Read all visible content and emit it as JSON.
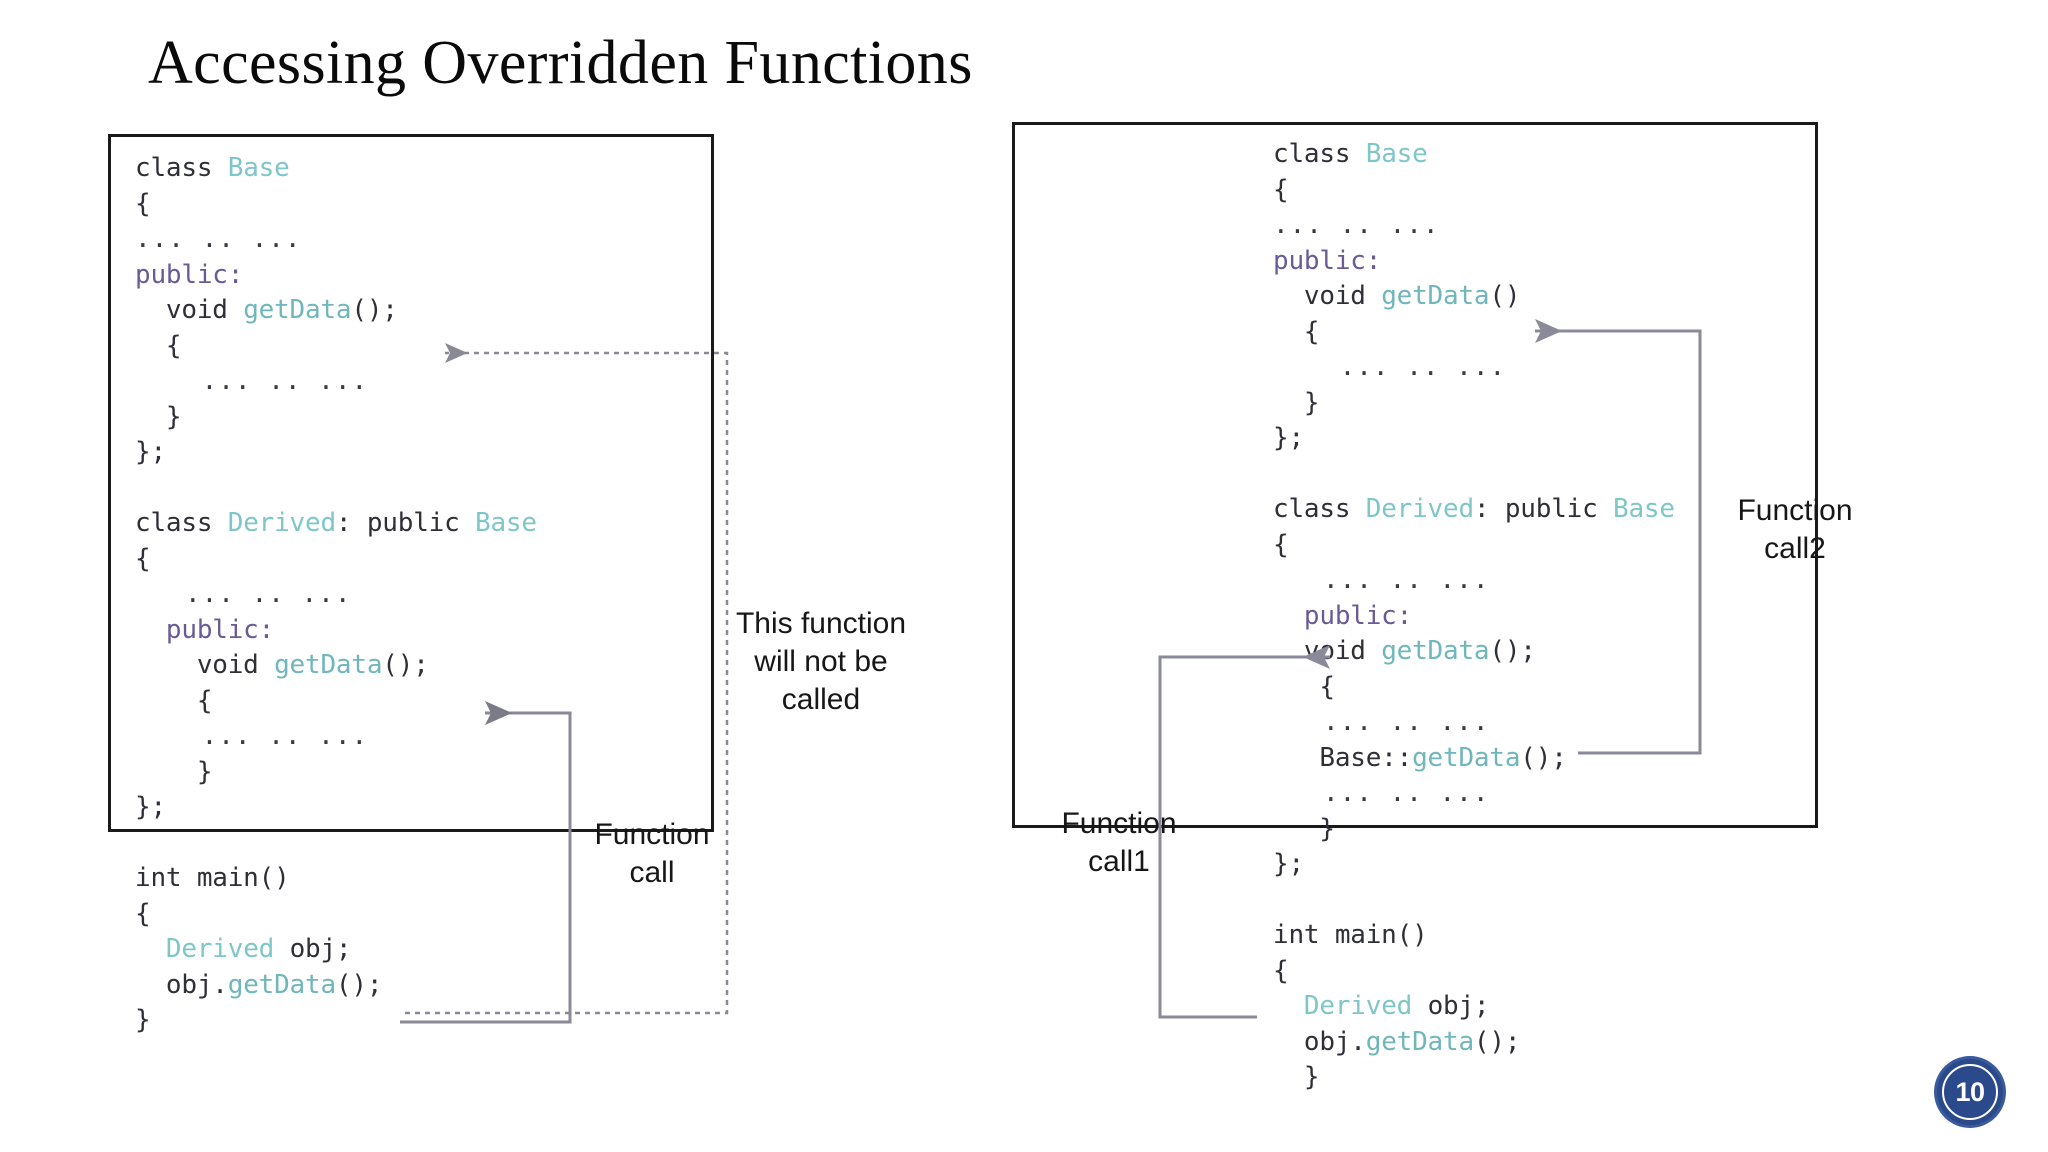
{
  "slide": {
    "title": "Accessing Overridden Functions",
    "page_number": "10",
    "badge_color": "#2b4a8b"
  },
  "left_panel": {
    "name": "without-scope-resolution",
    "code_lines": [
      {
        "tokens": [
          {
            "t": "class ",
            "c": "kw"
          },
          {
            "t": "Base",
            "c": "type"
          }
        ]
      },
      {
        "tokens": [
          {
            "t": "{",
            "c": "plain"
          }
        ]
      },
      {
        "tokens": [
          {
            "t": "... .. ...",
            "c": "dots"
          }
        ]
      },
      {
        "tokens": [
          {
            "t": "public:",
            "c": "acc"
          }
        ]
      },
      {
        "tokens": [
          {
            "t": "  void ",
            "c": "kw"
          },
          {
            "t": "getData",
            "c": "fn"
          },
          {
            "t": "();",
            "c": "plain"
          }
        ]
      },
      {
        "tokens": [
          {
            "t": "  {",
            "c": "plain"
          }
        ]
      },
      {
        "tokens": [
          {
            "t": "    ... .. ...",
            "c": "dots"
          }
        ]
      },
      {
        "tokens": [
          {
            "t": "  }",
            "c": "plain"
          }
        ]
      },
      {
        "tokens": [
          {
            "t": "};",
            "c": "plain"
          }
        ]
      },
      {
        "tokens": []
      },
      {
        "tokens": [
          {
            "t": "class ",
            "c": "kw"
          },
          {
            "t": "Derived",
            "c": "type"
          },
          {
            "t": ": public ",
            "c": "kw"
          },
          {
            "t": "Base",
            "c": "type"
          }
        ]
      },
      {
        "tokens": [
          {
            "t": "{",
            "c": "plain"
          }
        ]
      },
      {
        "tokens": [
          {
            "t": "   ... .. ...",
            "c": "dots"
          }
        ]
      },
      {
        "tokens": [
          {
            "t": "  public:",
            "c": "acc"
          }
        ]
      },
      {
        "tokens": [
          {
            "t": "    void ",
            "c": "kw"
          },
          {
            "t": "getData",
            "c": "fn"
          },
          {
            "t": "();",
            "c": "plain"
          }
        ]
      },
      {
        "tokens": [
          {
            "t": "    {",
            "c": "plain"
          }
        ]
      },
      {
        "tokens": [
          {
            "t": "    ... .. ...",
            "c": "dots"
          }
        ]
      },
      {
        "tokens": [
          {
            "t": "    }",
            "c": "plain"
          }
        ]
      },
      {
        "tokens": [
          {
            "t": "};",
            "c": "plain"
          }
        ]
      },
      {
        "tokens": []
      },
      {
        "tokens": [
          {
            "t": "int main()",
            "c": "kw"
          }
        ]
      },
      {
        "tokens": [
          {
            "t": "{",
            "c": "plain"
          }
        ]
      },
      {
        "tokens": [
          {
            "t": "  ",
            "c": "plain"
          },
          {
            "t": "Derived",
            "c": "type"
          },
          {
            "t": " obj;",
            "c": "plain"
          }
        ]
      },
      {
        "tokens": [
          {
            "t": "  obj.",
            "c": "plain"
          },
          {
            "t": "getData",
            "c": "fn"
          },
          {
            "t": "();",
            "c": "plain"
          }
        ]
      },
      {
        "tokens": [
          {
            "t": "}",
            "c": "plain"
          }
        ]
      }
    ],
    "annotations": [
      {
        "id": "not-called",
        "text": "This function\nwill not be\ncalled"
      },
      {
        "id": "function-call",
        "text": "Function\ncall"
      }
    ]
  },
  "right_panel": {
    "name": "with-scope-resolution",
    "code_lines": [
      {
        "tokens": [
          {
            "t": "class ",
            "c": "kw"
          },
          {
            "t": "Base",
            "c": "type"
          }
        ]
      },
      {
        "tokens": [
          {
            "t": "{",
            "c": "plain"
          }
        ]
      },
      {
        "tokens": [
          {
            "t": "... .. ...",
            "c": "dots"
          }
        ]
      },
      {
        "tokens": [
          {
            "t": "public:",
            "c": "acc"
          }
        ]
      },
      {
        "tokens": [
          {
            "t": "  void ",
            "c": "kw"
          },
          {
            "t": "getData",
            "c": "fn"
          },
          {
            "t": "()",
            "c": "plain"
          }
        ]
      },
      {
        "tokens": [
          {
            "t": "  {",
            "c": "plain"
          }
        ]
      },
      {
        "tokens": [
          {
            "t": "    ... .. ...",
            "c": "dots"
          }
        ]
      },
      {
        "tokens": [
          {
            "t": "  }",
            "c": "plain"
          }
        ]
      },
      {
        "tokens": [
          {
            "t": "};",
            "c": "plain"
          }
        ]
      },
      {
        "tokens": []
      },
      {
        "tokens": [
          {
            "t": "class ",
            "c": "kw"
          },
          {
            "t": "Derived",
            "c": "type"
          },
          {
            "t": ": public ",
            "c": "kw"
          },
          {
            "t": "Base",
            "c": "type"
          }
        ]
      },
      {
        "tokens": [
          {
            "t": "{",
            "c": "plain"
          }
        ]
      },
      {
        "tokens": [
          {
            "t": "   ... .. ...",
            "c": "dots"
          }
        ]
      },
      {
        "tokens": [
          {
            "t": "  public:",
            "c": "acc"
          }
        ]
      },
      {
        "tokens": [
          {
            "t": "  void ",
            "c": "kw"
          },
          {
            "t": "getData",
            "c": "fn"
          },
          {
            "t": "();",
            "c": "plain"
          }
        ]
      },
      {
        "tokens": [
          {
            "t": "   {",
            "c": "plain"
          }
        ]
      },
      {
        "tokens": [
          {
            "t": "   ... .. ...",
            "c": "dots"
          }
        ]
      },
      {
        "tokens": [
          {
            "t": "   Base::",
            "c": "plain"
          },
          {
            "t": "getData",
            "c": "fn"
          },
          {
            "t": "();",
            "c": "plain"
          }
        ]
      },
      {
        "tokens": [
          {
            "t": "   ... .. ...",
            "c": "dots"
          }
        ]
      },
      {
        "tokens": [
          {
            "t": "   }",
            "c": "plain"
          }
        ]
      },
      {
        "tokens": [
          {
            "t": "};",
            "c": "plain"
          }
        ]
      },
      {
        "tokens": []
      },
      {
        "tokens": [
          {
            "t": "int main()",
            "c": "kw"
          }
        ]
      },
      {
        "tokens": [
          {
            "t": "{",
            "c": "plain"
          }
        ]
      },
      {
        "tokens": [
          {
            "t": "  ",
            "c": "plain"
          },
          {
            "t": "Derived",
            "c": "type"
          },
          {
            "t": " obj;",
            "c": "plain"
          }
        ]
      },
      {
        "tokens": [
          {
            "t": "  obj.",
            "c": "plain"
          },
          {
            "t": "getData",
            "c": "fn"
          },
          {
            "t": "();",
            "c": "plain"
          }
        ]
      },
      {
        "tokens": [
          {
            "t": "  }",
            "c": "plain"
          }
        ]
      }
    ],
    "annotations": [
      {
        "id": "function-call2",
        "text": "Function\ncall2"
      },
      {
        "id": "function-call1",
        "text": "Function\ncall1"
      }
    ]
  }
}
